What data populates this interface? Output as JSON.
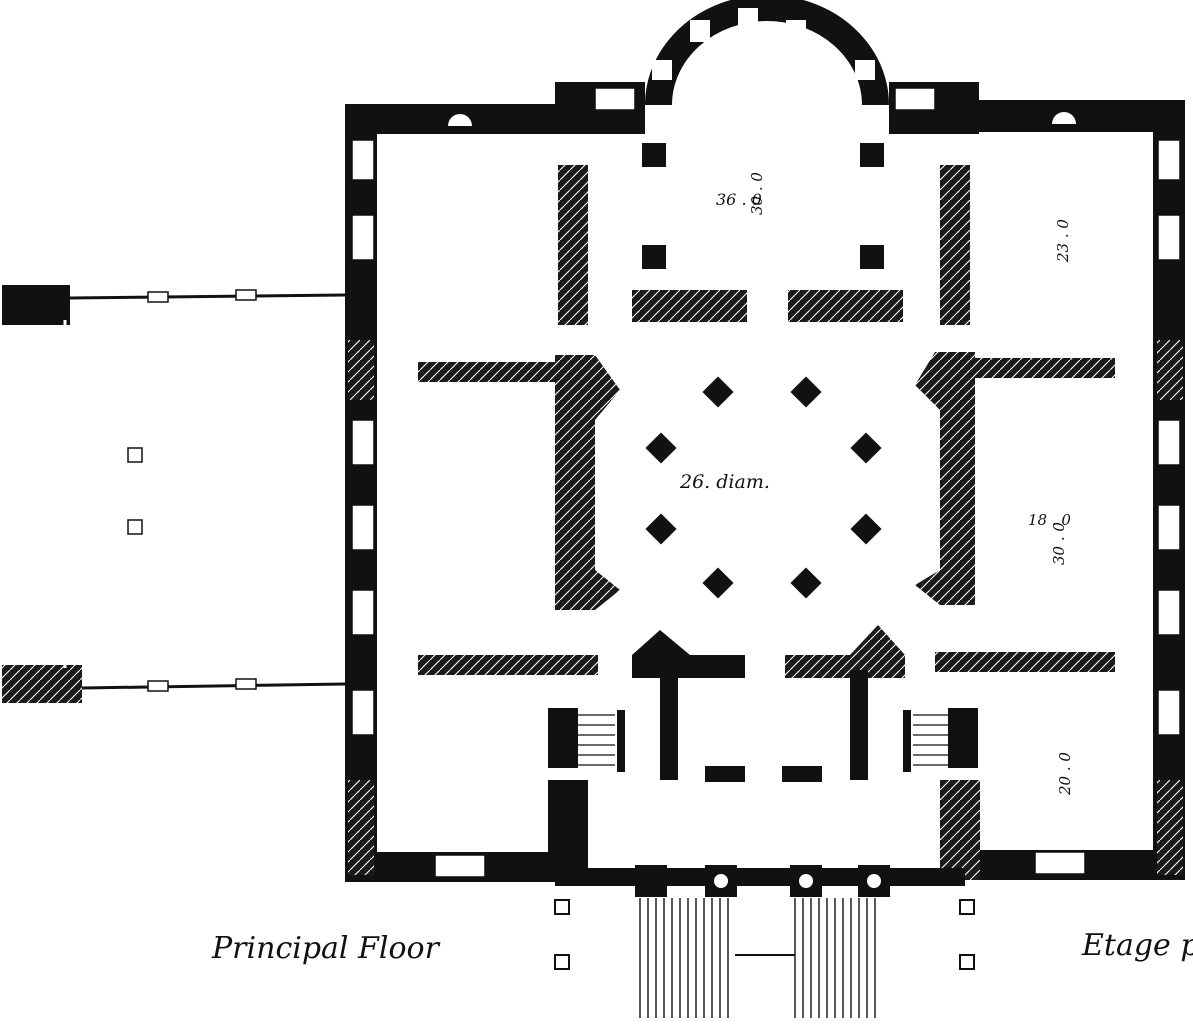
{
  "plan": {
    "caption": "Principal Floor",
    "caption_right": "Etage p",
    "labels": {
      "center_rotunda": "26. diam.",
      "north_room_a": "36 . 0",
      "north_room_b": "30 . 0",
      "northeast_room": "23 . 0",
      "east_room_a": "18 . 0",
      "east_room_b": "30 . 0",
      "southeast_room": "20 . 0"
    }
  }
}
